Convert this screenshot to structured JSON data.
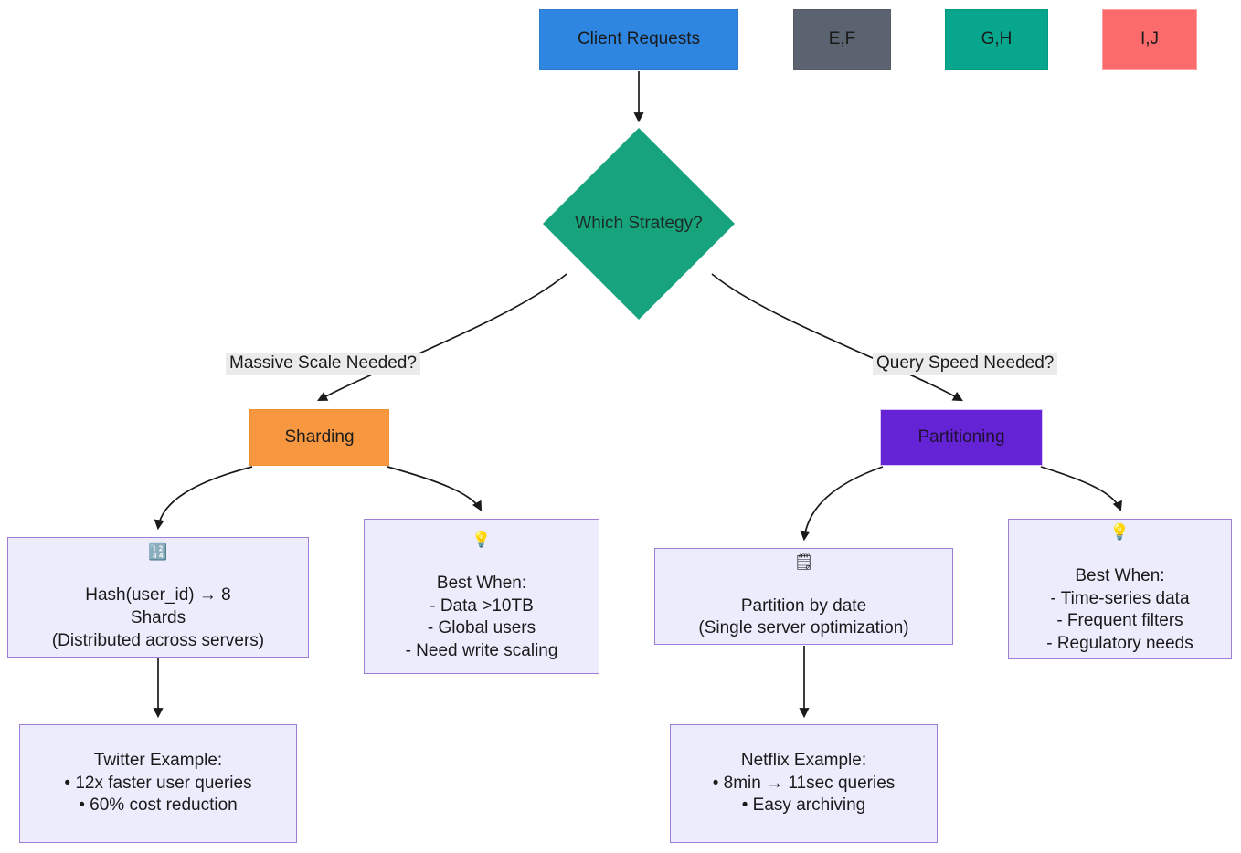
{
  "diagram": {
    "type": "flowchart",
    "title": "Sharding vs Partitioning decision flowchart",
    "background": "#ffffff",
    "colors": {
      "client_blue": "#2f86e0",
      "legend_gray": "#5b6370",
      "legend_teal": "#08a78d",
      "legend_red": "#fb6b6b",
      "decision_green": "#17a47c",
      "sharding_orange": "#f79840",
      "partitioning_purple": "#6423d4",
      "detail_lavender": "#ececfd",
      "detail_border": "#9c7fd4",
      "edge_stroke": "#1a1a1a",
      "edge_label_bg": "#ebebeb"
    }
  },
  "nodes": {
    "client": {
      "label": "Client Requests"
    },
    "legend": [
      {
        "label": "E,F"
      },
      {
        "label": "G,H"
      },
      {
        "label": "I,J"
      }
    ],
    "decision": {
      "label": "Which Strategy?"
    },
    "sharding": {
      "label": "Sharding"
    },
    "partitioning": {
      "label": "Partitioning"
    },
    "hash": {
      "icon": "🔢",
      "icon_name": "input-numbers-emoji",
      "lines": [
        "Hash(user_id) → 8",
        "Shards",
        "(Distributed across servers)"
      ]
    },
    "best_when_sharding": {
      "icon": "💡",
      "icon_name": "light-bulb-emoji",
      "heading": "Best When:",
      "lines": [
        "- Data >10TB",
        "- Global users",
        "- Need write scaling"
      ]
    },
    "partition_date": {
      "icon": "🗒",
      "icon_name": "spiral-notepad-emoji",
      "lines": [
        "Partition by date",
        "(Single server optimization)"
      ]
    },
    "best_when_partitioning": {
      "icon": "💡",
      "icon_name": "light-bulb-emoji",
      "heading": "Best When:",
      "lines": [
        "- Time-series data",
        "- Frequent filters",
        "- Regulatory needs"
      ]
    },
    "twitter_example": {
      "heading": "Twitter Example:",
      "lines": [
        "• 12x faster user queries",
        "• 60% cost reduction"
      ]
    },
    "netflix_example": {
      "heading": "Netflix Example:",
      "lines": [
        "• 8min → 11sec queries",
        "• Easy archiving"
      ]
    }
  },
  "edges": [
    {
      "from": "client",
      "to": "decision",
      "label": ""
    },
    {
      "from": "decision",
      "to": "sharding",
      "label": "Massive Scale Needed?"
    },
    {
      "from": "decision",
      "to": "partitioning",
      "label": "Query Speed Needed?"
    },
    {
      "from": "sharding",
      "to": "hash",
      "label": ""
    },
    {
      "from": "sharding",
      "to": "best_when_sharding",
      "label": ""
    },
    {
      "from": "hash",
      "to": "twitter_example",
      "label": ""
    },
    {
      "from": "partitioning",
      "to": "partition_date",
      "label": ""
    },
    {
      "from": "partitioning",
      "to": "best_when_partitioning",
      "label": ""
    },
    {
      "from": "partition_date",
      "to": "netflix_example",
      "label": ""
    }
  ],
  "edge_labels": {
    "massive_scale": "Massive Scale Needed?",
    "query_speed": "Query Speed Needed?"
  }
}
